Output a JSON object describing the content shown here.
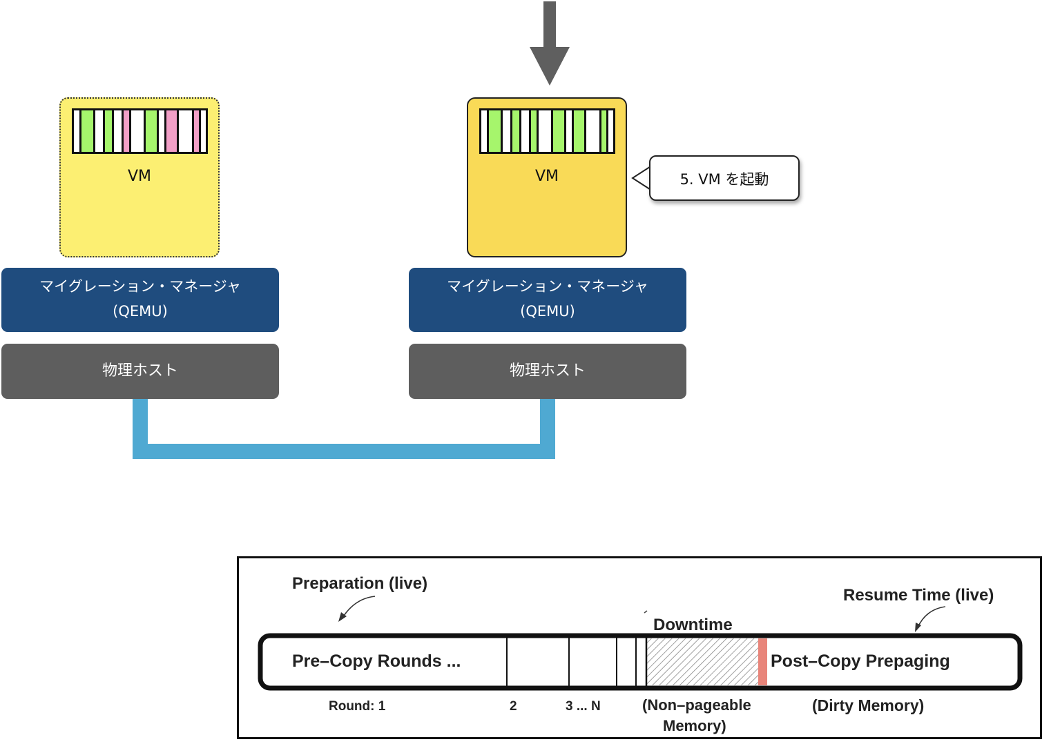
{
  "diagram": {
    "colors": {
      "green_page": "#a6f56c",
      "pink_page": "#f29fc7",
      "white_page": "#ffffff",
      "vm_source_fill": "#fcef72",
      "vm_destination_fill": "#f9da57",
      "manager_fill": "#1f4c7e",
      "host_fill": "#5e5e5e",
      "network_link": "#4fa9d2",
      "arrow": "#5f5f5f",
      "resume_marker": "#e8857a"
    },
    "source": {
      "vm_label": "VM",
      "pages": [
        "white",
        "green",
        "white",
        "green",
        "white",
        "pink",
        "white",
        "green",
        "white",
        "pink",
        "white",
        "pink",
        "white"
      ],
      "manager_line1": "マイグレーション・マネージャ",
      "manager_line2": "(QEMU)",
      "host_label": "物理ホスト"
    },
    "destination": {
      "vm_label": "VM",
      "pages": [
        "white",
        "green",
        "white",
        "green",
        "white",
        "green",
        "white",
        "green",
        "white",
        "green",
        "white",
        "green",
        "white"
      ],
      "manager_line1": "マイグレーション・マネージャ",
      "manager_line2": "(QEMU)",
      "host_label": "物理ホスト"
    },
    "callout": "5. VM を起動"
  },
  "timeline": {
    "preparation_label": "Preparation (live)",
    "downtime_label": "Downtime",
    "resume_label": "Resume Time (live)",
    "precopy_label": "Pre–Copy Rounds ...",
    "postcopy_label": "Post–Copy Prepaging",
    "round_1": "Round: 1",
    "round_2": "2",
    "round_3n": "3 ... N",
    "nonpageable_line1": "(Non–pageable",
    "nonpageable_line2": "Memory)",
    "dirty_memory": "(Dirty Memory)"
  }
}
